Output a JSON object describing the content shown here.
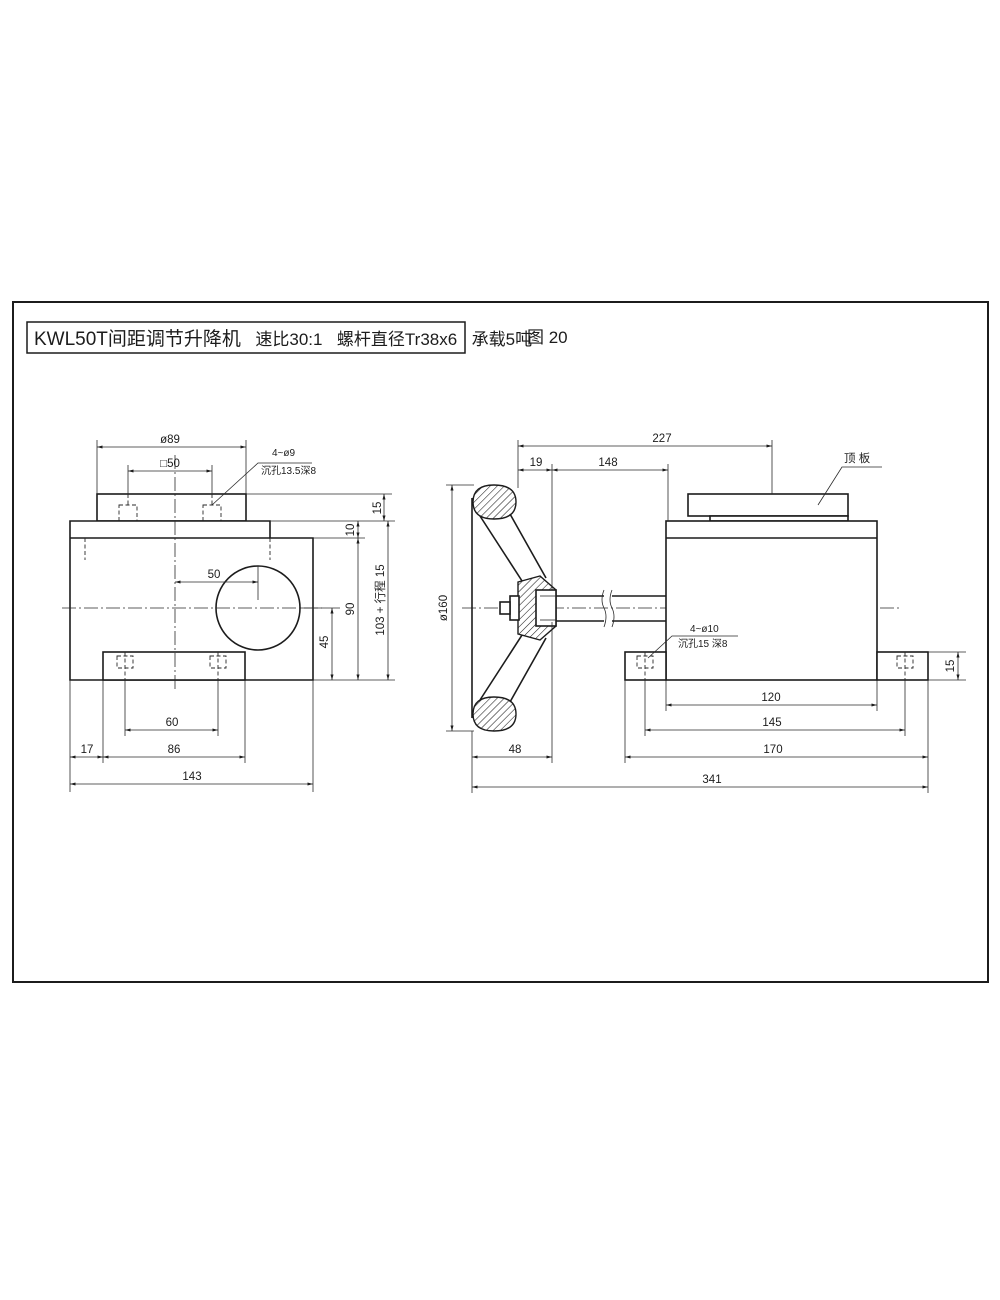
{
  "title": {
    "model": "KWL50T间距调节升降机",
    "ratio": "速比30:1",
    "screw": "螺杆直径Tr38x6",
    "load": "承载5吨"
  },
  "figure_label": "图 20",
  "front_view": {
    "dia_89": "ø89",
    "square_50": "□50",
    "top_holes": "4~ø9",
    "top_counterbore": "沉孔13.5深8",
    "bore_offset": "50",
    "plate_height": "15",
    "step_height": "10",
    "total_height": "103 + 行程 15",
    "body_height": "90",
    "center_height": "45",
    "foot_hole_spacing": "60",
    "foot_offset": "17",
    "foot_width": "86",
    "body_width": "143"
  },
  "side_view": {
    "overall_227": "227",
    "wheel_19": "19",
    "shaft_148": "148",
    "top_plate_label": "顶 板",
    "wheel_dia": "ø160",
    "foot_holes": "4~ø10",
    "foot_counterbore": "沉孔15 深8",
    "foot_height": "15",
    "body_120": "120",
    "hole_spacing_145": "145",
    "base_170": "170",
    "wheel_48": "48",
    "overall_341": "341"
  },
  "colors": {
    "line": "#1c1c1c",
    "background": "#ffffff"
  }
}
